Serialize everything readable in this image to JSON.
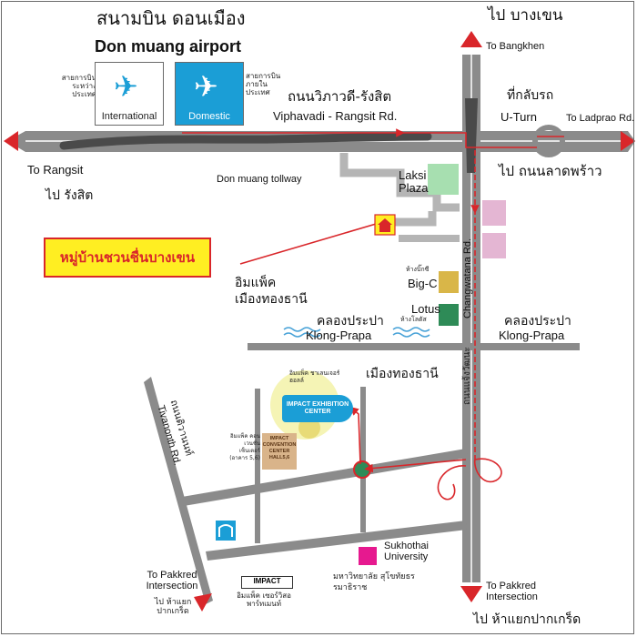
{
  "colors": {
    "road": "#8b8b8b",
    "tollway": "#4a4a4a",
    "route": "#d9262a",
    "domestic": "#1b9ed6",
    "banner_fill": "#ffee22",
    "banner_text": "#d9262a",
    "laksi": "#a7dfb0",
    "pink_bldg": "#e4b6d3",
    "bigc": "#d9b648",
    "lotus": "#2e8b57",
    "sukhothai": "#e6198f"
  },
  "airport": {
    "name_th": "สนามบิน ดอนเมือง",
    "name_en": "Don muang airport",
    "intl_label": "International",
    "intl_note_th": "สายการบิน ระหว่างประเทศ",
    "dom_label": "Domestic",
    "dom_note_th": "สายการบิน ภายในประเทศ",
    "icon": "airplane-icon"
  },
  "roads": {
    "viphavadi_th": "ถนนวิภาวดี-รังสิต",
    "viphavadi_en": "Viphavadi - Rangsit Rd.",
    "tollway": "Don muang tollway",
    "to_rangsit": "To Rangsit",
    "to_rangsit_th": "ไป  รังสิต",
    "to_bangkhen": "To Bangkhen",
    "to_bangkhen_th": "ไป  บางเขน",
    "uturn_th": "ที่กลับรถ",
    "uturn_en": "U-Turn",
    "to_ladprao": "To Ladprao Rd.",
    "to_ladprao_th": "ไป  ถนนลาดพร้าว",
    "changwatana_en": "Changwatana Rd.",
    "changwatana_th": "ถนนแจ้งวัฒนะ",
    "tivanonth_th": "ถนนติวานนท์",
    "tivanonth_en": "Tivanonth Rd.",
    "klong_prapa_th": "คลองประปา",
    "klong_prapa_en": "Klong-Prapa",
    "to_pakkred_left": "To Pakkred Intersection",
    "to_pakkred_left_th": "ไป ห้าแยกปากเกร็ด",
    "to_pakkred_right": "To Pakkred Intersection",
    "to_pakkred_right_th": "ไป  ห้าแยกปากเกร็ด"
  },
  "landmarks": {
    "laksi": "Laksi Plaza",
    "bigc_th": "ห้างบิ๊กซี",
    "bigc_en": "Big-C",
    "lotus_en": "Lotus",
    "lotus_th": "ห้างโลตัส",
    "impact_muangthong_th": "อิมแพ็ค เมืองทองธานี",
    "muangthong_th": "เมืองทองธานี",
    "challenger_th": "อิมแพ็ค ชาเลนเจอร์ ฮอลล์",
    "exhibition": "IMPACT EXHIBITION CENTER",
    "convention": "IMPACT CONVENTION CENTER HALL5,6",
    "convention_th": "อิมแพ็ค คอนเวนชั่น เซ็นเตอร์ (อาคาร 5,6)",
    "sukhothai_en": "Sukhothai University",
    "sukhothai_th": "มหาวิทยาลัย สุโขทัยธรรมาธิราช",
    "impact_logo": "IMPACT",
    "impact_apartment_th": "อิมแพ็ค เซอร์วิสอพาร์ทเมนท์",
    "village": "หมู่บ้านชวนชื่นบางเขน"
  }
}
